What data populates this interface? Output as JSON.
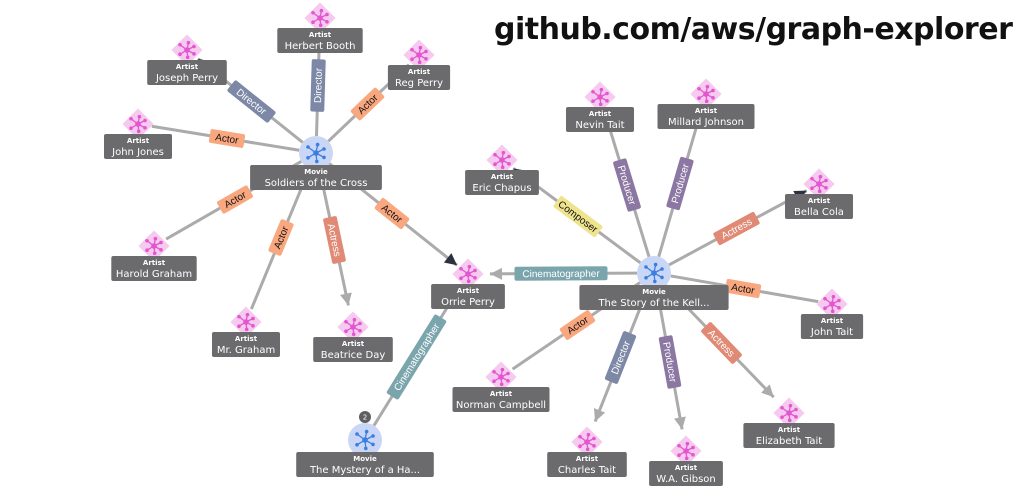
{
  "header": {
    "title": "github.com/aws/graph-explorer"
  },
  "colors": {
    "edge": "#ababab",
    "artist_icon": "#e356d0",
    "artist_bg": "#f6c9ef",
    "movie_icon": "#3a7fe0",
    "movie_bg": "#c9d6f5",
    "label_box": "#6b6b6e",
    "arrow_dark": "#2d3240"
  },
  "edge_types": {
    "Actor": {
      "bg": "#f9a77f",
      "text": "#111111"
    },
    "Actress": {
      "bg": "#e08a76",
      "text": "#ffffff"
    },
    "Director": {
      "bg": "#7c88a6",
      "text": "#ffffff"
    },
    "Producer": {
      "bg": "#8c77a3",
      "text": "#ffffff"
    },
    "Composer": {
      "bg": "#eee48d",
      "text": "#111111"
    },
    "Cinematographer": {
      "bg": "#7ba5ad",
      "text": "#ffffff"
    }
  },
  "nodes": [
    {
      "id": "soldiers",
      "type": "Movie",
      "name": "Soldiers of the Cross"
    },
    {
      "id": "herbert",
      "type": "Artist",
      "name": "Herbert Booth"
    },
    {
      "id": "joseph",
      "type": "Artist",
      "name": "Joseph Perry"
    },
    {
      "id": "reg",
      "type": "Artist",
      "name": "Reg Perry"
    },
    {
      "id": "johnjones",
      "type": "Artist",
      "name": "John Jones"
    },
    {
      "id": "harold",
      "type": "Artist",
      "name": "Harold Graham"
    },
    {
      "id": "mrgraham",
      "type": "Artist",
      "name": "Mr. Graham"
    },
    {
      "id": "beatrice",
      "type": "Artist",
      "name": "Beatrice Day"
    },
    {
      "id": "orrie",
      "type": "Artist",
      "name": "Orrie Perry"
    },
    {
      "id": "mystery",
      "type": "Movie",
      "name": "The Mystery of a Ha...",
      "badge": "2"
    },
    {
      "id": "story",
      "type": "Movie",
      "name": "The Story of the Kell..."
    },
    {
      "id": "nevin",
      "type": "Artist",
      "name": "Nevin Tait"
    },
    {
      "id": "millard",
      "type": "Artist",
      "name": "Millard Johnson"
    },
    {
      "id": "eric",
      "type": "Artist",
      "name": "Eric Chapus"
    },
    {
      "id": "bella",
      "type": "Artist",
      "name": "Bella Cola"
    },
    {
      "id": "johntait",
      "type": "Artist",
      "name": "John Tait"
    },
    {
      "id": "norman",
      "type": "Artist",
      "name": "Norman Campbell"
    },
    {
      "id": "charles",
      "type": "Artist",
      "name": "Charles Tait"
    },
    {
      "id": "wagibson",
      "type": "Artist",
      "name": "W.A. Gibson"
    },
    {
      "id": "elizabeth",
      "type": "Artist",
      "name": "Elizabeth Tait"
    }
  ],
  "edges": [
    {
      "source": "soldiers",
      "target": "herbert",
      "label": "Director"
    },
    {
      "source": "soldiers",
      "target": "joseph",
      "label": "Director"
    },
    {
      "source": "soldiers",
      "target": "reg",
      "label": "Actor"
    },
    {
      "source": "soldiers",
      "target": "johnjones",
      "label": "Actor"
    },
    {
      "source": "soldiers",
      "target": "harold",
      "label": "Actor"
    },
    {
      "source": "soldiers",
      "target": "mrgraham",
      "label": "Actor"
    },
    {
      "source": "soldiers",
      "target": "beatrice",
      "label": "Actress"
    },
    {
      "source": "soldiers",
      "target": "orrie",
      "label": "Actor"
    },
    {
      "source": "mystery",
      "target": "orrie",
      "label": "Cinematographer"
    },
    {
      "source": "story",
      "target": "orrie",
      "label": "Cinematographer"
    },
    {
      "source": "story",
      "target": "nevin",
      "label": "Producer"
    },
    {
      "source": "story",
      "target": "millard",
      "label": "Producer"
    },
    {
      "source": "story",
      "target": "eric",
      "label": "Composer"
    },
    {
      "source": "story",
      "target": "bella",
      "label": "Actress"
    },
    {
      "source": "story",
      "target": "johntait",
      "label": "Actor"
    },
    {
      "source": "story",
      "target": "norman",
      "label": "Actor"
    },
    {
      "source": "story",
      "target": "charles",
      "label": "Director"
    },
    {
      "source": "story",
      "target": "wagibson",
      "label": "Producer"
    },
    {
      "source": "story",
      "target": "elizabeth",
      "label": "Actress"
    }
  ]
}
